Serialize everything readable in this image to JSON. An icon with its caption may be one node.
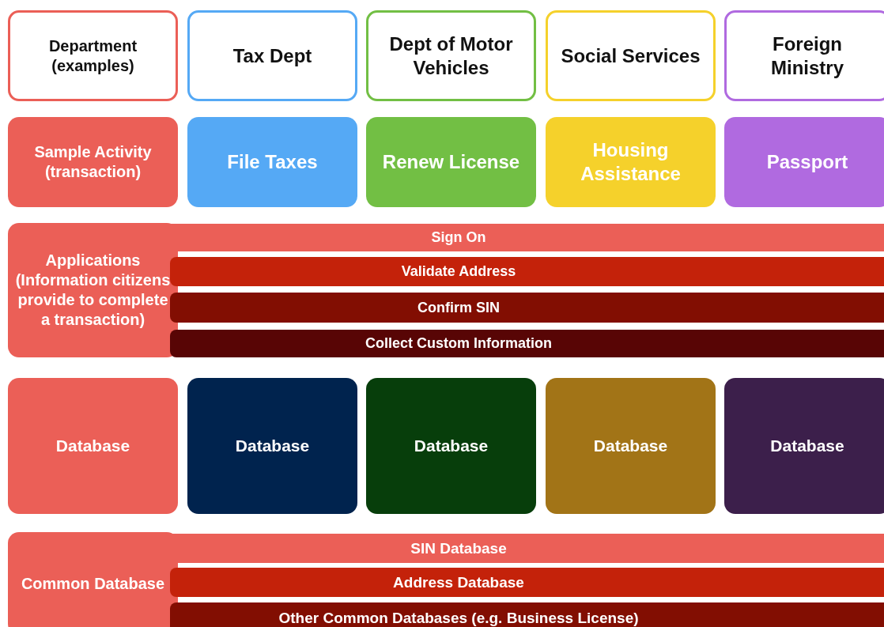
{
  "diagram": {
    "nodes": [
      {
        "text": [
          "Department (examples)"
        ]
      },
      {
        "text": [
          "Tax Dept"
        ]
      },
      {
        "text": [
          "Dept of Motor Vehicles"
        ]
      },
      {
        "text": [
          "Social Services"
        ]
      },
      {
        "text": [
          "Foreign Ministry"
        ]
      },
      {
        "text": [
          "Sample Activity (transaction)"
        ]
      },
      {
        "text": [
          "File Taxes"
        ]
      },
      {
        "text": [
          "Renew License"
        ]
      },
      {
        "text": [
          "Housing Assistance"
        ]
      },
      {
        "text": [
          "Passport"
        ]
      },
      {
        "text": [
          "Applications (Information citizens provide to complete a transaction)"
        ]
      },
      {
        "text": [
          "Sign On"
        ]
      },
      {
        "text": [
          "Validate Address"
        ]
      },
      {
        "text": [
          "Confirm SIN"
        ]
      },
      {
        "text": [
          "Collect Custom Information"
        ]
      },
      {
        "text": [
          "Database"
        ]
      },
      {
        "text": [
          "Database"
        ]
      },
      {
        "text": [
          "Database"
        ]
      },
      {
        "text": [
          "Database"
        ]
      },
      {
        "text": [
          "Database"
        ]
      },
      {
        "text": [
          "Common Database"
        ]
      },
      {
        "text": [
          "SIN Database"
        ]
      },
      {
        "text": [
          "Address Database"
        ]
      },
      {
        "text": [
          "Other Common Databases (e.g. Business License)"
        ]
      }
    ]
  }
}
